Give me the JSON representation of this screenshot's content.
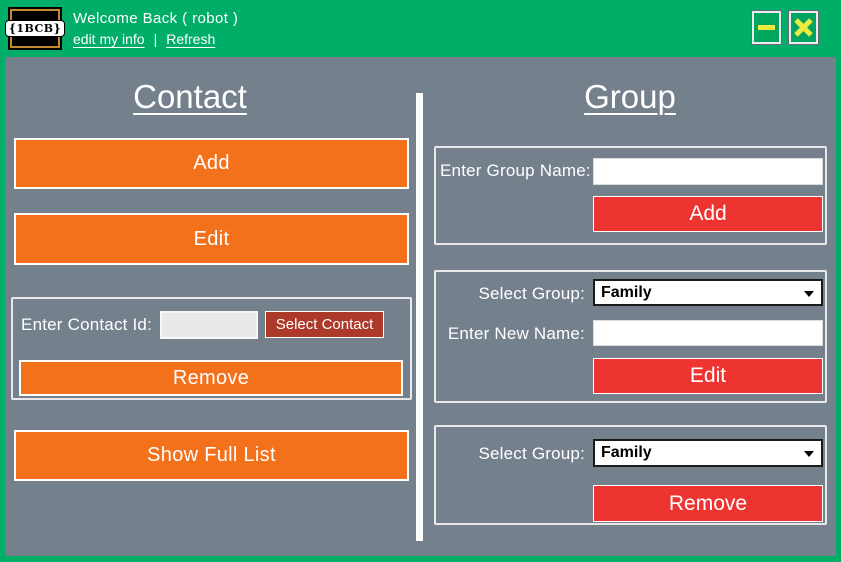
{
  "titlebar": {
    "logo_text": "{1BCB}",
    "title": "Welcome Back ( robot )",
    "edit_info_link": "edit my info",
    "link_separator": "|",
    "refresh_link": "Refresh",
    "icons": {
      "minimize": "minus-icon",
      "close": "x-icon"
    }
  },
  "contact": {
    "heading": "Contact",
    "add_button": "Add",
    "edit_button": "Edit",
    "contact_id_label": "Enter Contact Id:",
    "contact_id_value": "",
    "select_contact_button": "Select Contact",
    "remove_button": "Remove",
    "show_full_list_button": "Show Full List"
  },
  "group": {
    "heading": "Group",
    "add_section": {
      "name_label": "Enter Group Name:",
      "name_value": "",
      "add_button": "Add"
    },
    "edit_section": {
      "select_label": "Select Group:",
      "selected_group": "Family",
      "new_name_label": "Enter New Name:",
      "new_name_value": "",
      "edit_button": "Edit"
    },
    "remove_section": {
      "select_label": "Select Group:",
      "selected_group": "Family",
      "remove_button": "Remove"
    }
  },
  "colors": {
    "titlebar_green": "#00AE68",
    "body_gray": "#75808D",
    "orange": "#F4711C",
    "red": "#EE3431",
    "dark_red": "#AD392A",
    "button_glyph_yellow": "#EFEB3E",
    "logo_frame_gold": "#C08A2E"
  }
}
